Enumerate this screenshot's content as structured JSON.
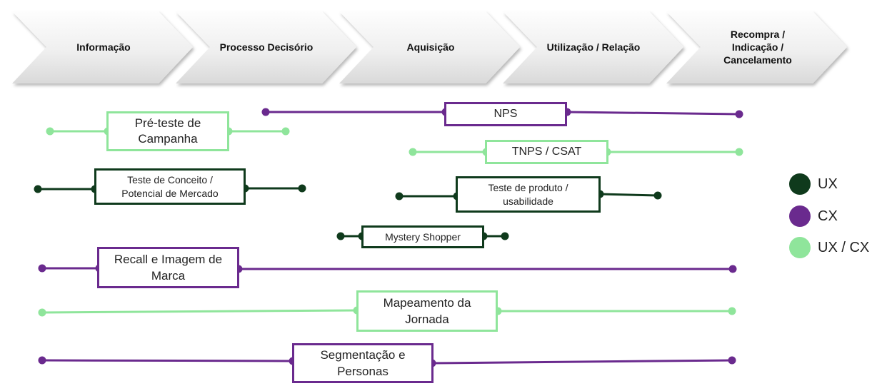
{
  "stages": [
    {
      "label": "Informação"
    },
    {
      "label": "Processo Decisório"
    },
    {
      "label": "Aquisição"
    },
    {
      "label": "Utilização / Relação"
    },
    {
      "label": "Recompra / Indicação / Cancelamento"
    }
  ],
  "colors": {
    "ux": "#0f3a1c",
    "cx": "#6a2a8e",
    "uxcx": "#8fe59b"
  },
  "methods": [
    {
      "label": "NPS",
      "type": "cx"
    },
    {
      "label": "Pré-teste de Campanha",
      "type": "uxcx"
    },
    {
      "label": "TNPS / CSAT",
      "type": "uxcx"
    },
    {
      "label": "Teste de Conceito / Potencial de Mercado",
      "type": "ux"
    },
    {
      "label": "Teste de produto / usabilidade",
      "type": "ux"
    },
    {
      "label": "Mystery Shopper",
      "type": "ux"
    },
    {
      "label": "Recall e Imagem de Marca",
      "type": "cx"
    },
    {
      "label": "Mapeamento da Jornada",
      "type": "uxcx"
    },
    {
      "label": "Segmentação e Personas",
      "type": "cx"
    }
  ],
  "legend": [
    {
      "label": "UX",
      "type": "ux"
    },
    {
      "label": "CX",
      "type": "cx"
    },
    {
      "label": "UX / CX",
      "type": "uxcx"
    }
  ]
}
